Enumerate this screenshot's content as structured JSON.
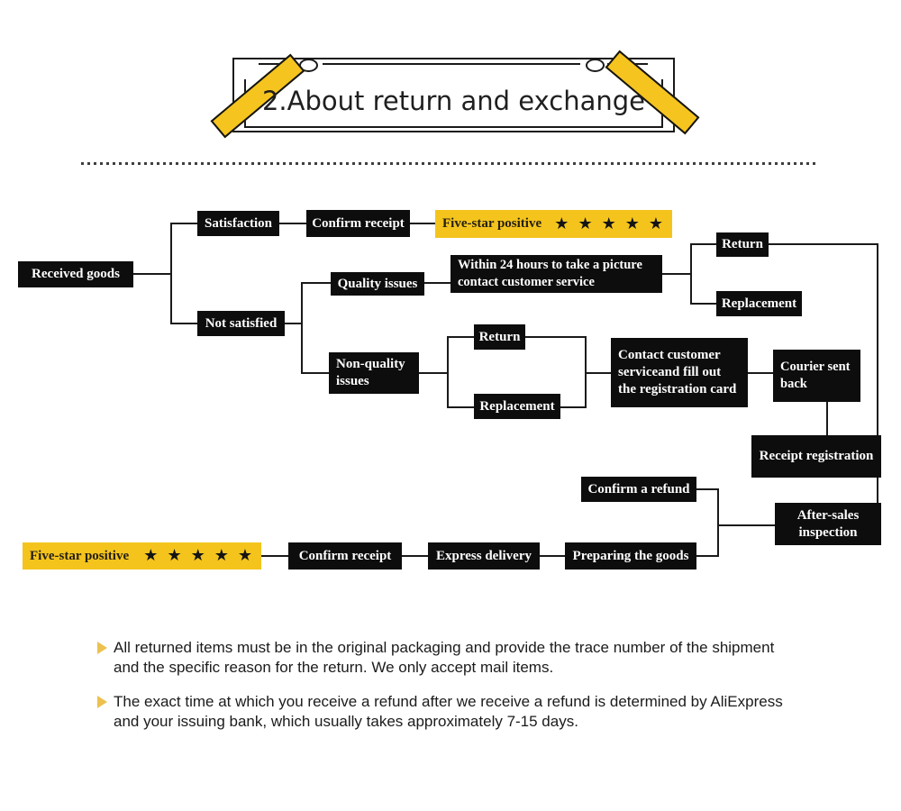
{
  "banner": {
    "title": "2.About return and exchange"
  },
  "flow": {
    "received_goods": "Received goods",
    "satisfaction": "Satisfaction",
    "confirm_receipt_top": "Confirm receipt",
    "five_star_top": "Five-star positive",
    "not_satisfied": "Not satisfied",
    "quality_issues": "Quality issues",
    "within_24": "Within 24 hours to take a picture\ncontact customer service",
    "return_1": "Return",
    "replacement_1": "Replacement",
    "non_quality": "Non-quality\nissues",
    "return_2": "Return",
    "replacement_2": "Replacement",
    "contact_customer": "Contact customer\nserviceand fill out\nthe registration card",
    "courier": "Courier sent\nback",
    "receipt_registration": "Receipt registration",
    "confirm_refund": "Confirm a refund",
    "after_sales": "After-sales\ninspection",
    "five_star_bottom": "Five-star positive",
    "confirm_receipt_bottom": "Confirm receipt",
    "express_delivery": "Express delivery",
    "preparing_goods": "Preparing the goods"
  },
  "icons": {
    "star": "★"
  },
  "notes": [
    "All returned items must be in the original packaging and provide the trace number of the shipment and the specific reason for the return. We only accept mail items.",
    "The exact time at which you receive a refund after we receive a refund is determined by AliExpress and your issuing bank, which usually takes approximately 7-15 days."
  ],
  "colors": {
    "accent_yellow": "#F4C41D",
    "box_black": "#0D0D0D",
    "star_black": "#141414",
    "bullet_gold": "#ECC14F"
  }
}
